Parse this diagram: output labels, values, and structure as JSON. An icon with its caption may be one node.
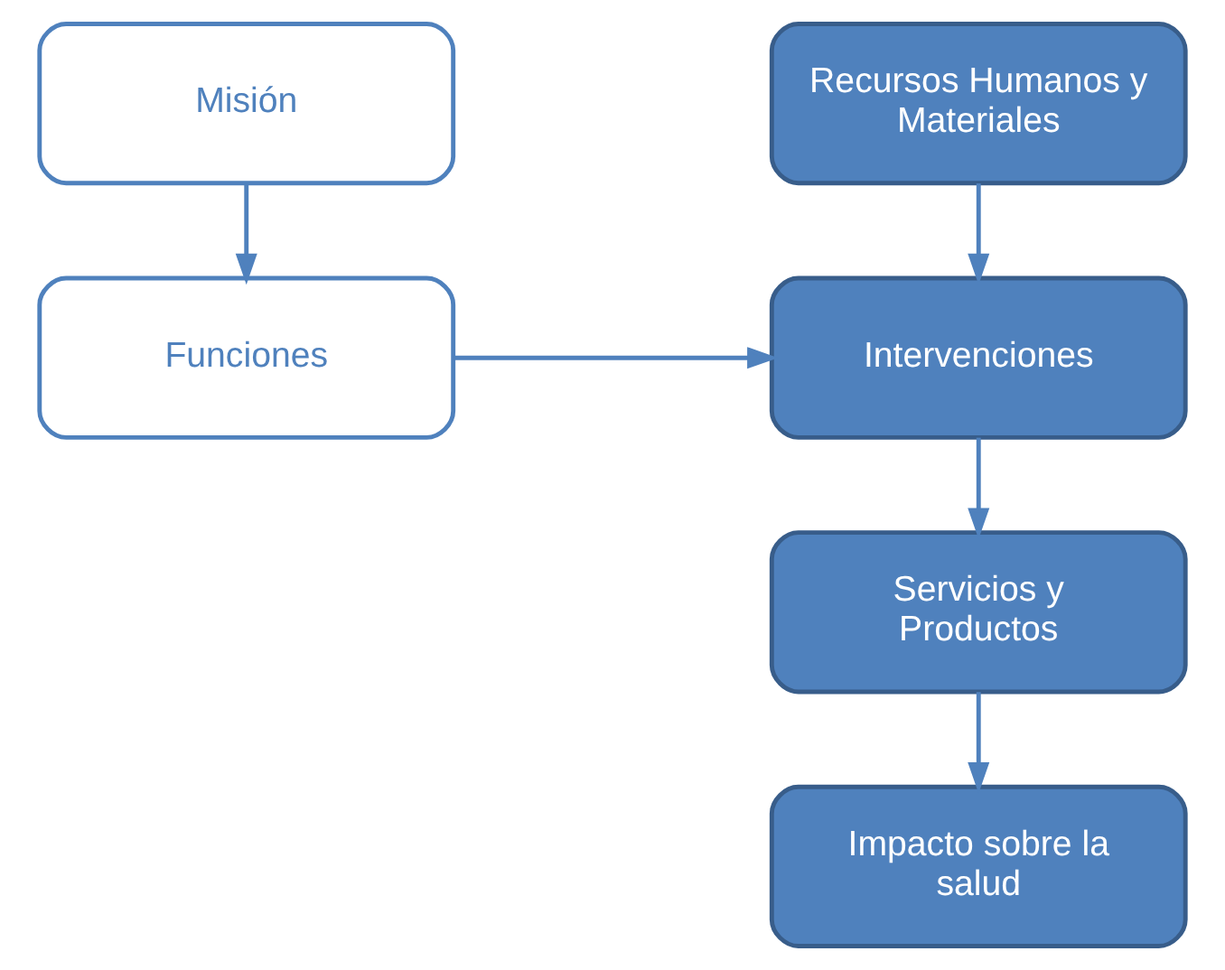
{
  "diagram": {
    "nodes": [
      {
        "text": [
          "Misión"
        ]
      },
      {
        "text": [
          "Funciones"
        ]
      },
      {
        "text": [
          "Recursos Humanos y Materiales"
        ]
      },
      {
        "text": [
          "Intervenciones"
        ]
      },
      {
        "text": [
          "Servicios y Productos"
        ]
      },
      {
        "text": [
          "Impacto sobre la salud"
        ]
      }
    ],
    "edges": [
      {
        "from": 0,
        "to": 1,
        "arrow": "to"
      },
      {
        "from": 1,
        "to": 3,
        "arrow": "to"
      },
      {
        "from": 2,
        "to": 3,
        "arrow": "to"
      },
      {
        "from": 3,
        "to": 4,
        "arrow": "to"
      },
      {
        "from": 4,
        "to": 5,
        "arrow": "to"
      }
    ]
  }
}
